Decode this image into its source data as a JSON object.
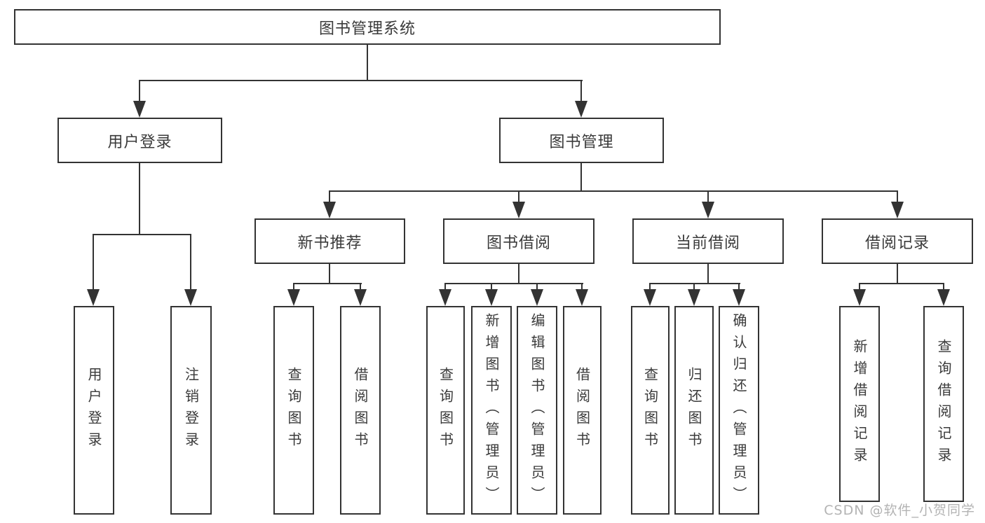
{
  "tree": {
    "label": "图书管理系统",
    "children": [
      {
        "label": "用户登录",
        "children": [
          {
            "label": "用户登录"
          },
          {
            "label": "注销登录"
          }
        ]
      },
      {
        "label": "图书管理",
        "children": [
          {
            "label": "新书推荐",
            "children": [
              {
                "label": "查询图书"
              },
              {
                "label": "借阅图书"
              }
            ]
          },
          {
            "label": "图书借阅",
            "children": [
              {
                "label": "查询图书"
              },
              {
                "label": "新增图书（管理员）"
              },
              {
                "label": "编辑图书（管理员）"
              },
              {
                "label": "借阅图书"
              }
            ]
          },
          {
            "label": "当前借阅",
            "children": [
              {
                "label": "查询图书"
              },
              {
                "label": "归还图书"
              },
              {
                "label": "确认归还（管理员）"
              }
            ]
          },
          {
            "label": "借阅记录",
            "children": [
              {
                "label": "新增借阅记录"
              },
              {
                "label": "查询借阅记录"
              }
            ]
          }
        ]
      }
    ]
  },
  "watermark": "CSDN @软件_小贺同学",
  "colors": {
    "line": "#333333",
    "text": "#3a3a3a",
    "watermark": "#b3b3b3",
    "background": "#ffffff"
  }
}
